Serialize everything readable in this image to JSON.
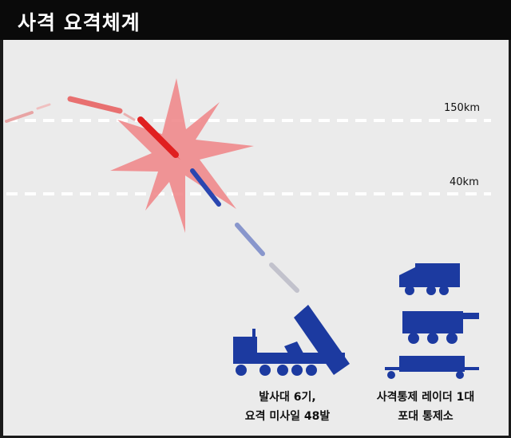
{
  "title": "사격 요격체계",
  "altitudes": {
    "high": "150km",
    "low": "40km"
  },
  "launcher": {
    "line1": "발사대 6기,",
    "line2": "요격 미사일 48발"
  },
  "control": {
    "line1": "사격통제 레이더 1대",
    "line2": "포대 통제소"
  },
  "colors": {
    "title_bg": "#0a0a0a",
    "background": "#ebebeb",
    "vehicle_blue": "#1c3aa0",
    "threat_red": "#e02020",
    "burst_pink": "#f08a8c",
    "dash_line": "#ffffff"
  }
}
